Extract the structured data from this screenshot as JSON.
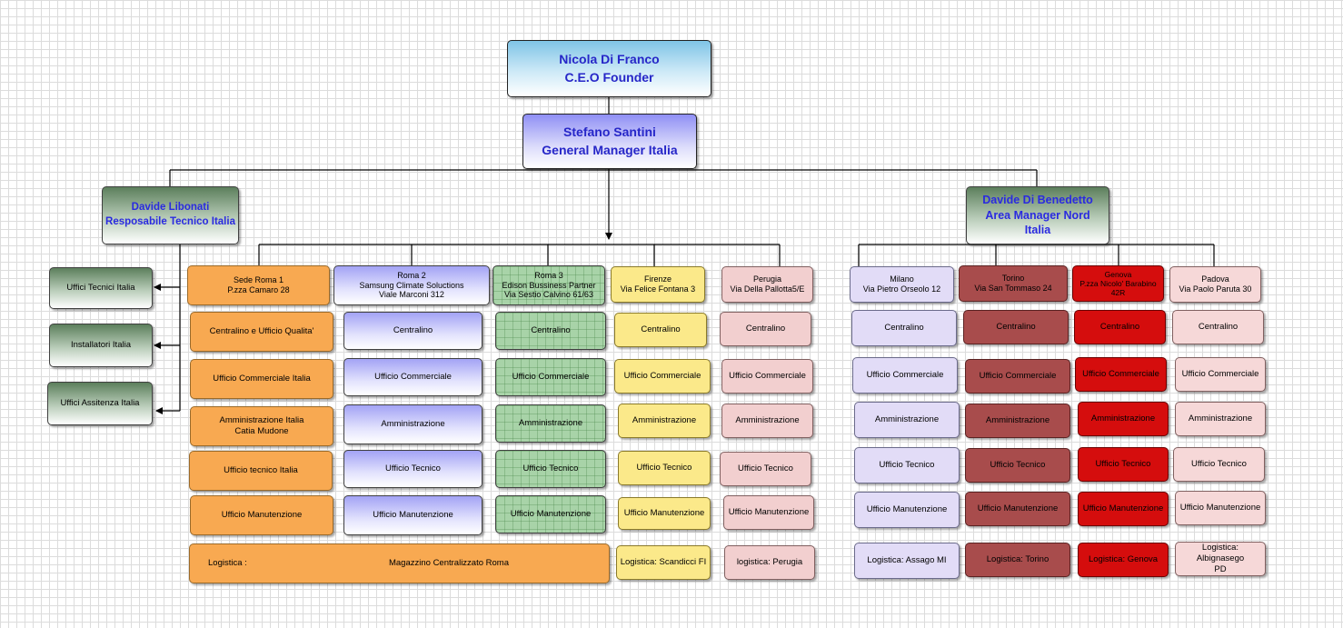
{
  "ceo": {
    "name": "Nicola Di Franco",
    "role": "C.E.O  Founder"
  },
  "gm": {
    "name": "Stefano Santini",
    "role": "General Manager Italia"
  },
  "tech_lead": {
    "name": "Davide Libonati",
    "role": "Resposabile Tecnico Italia"
  },
  "area_manager": {
    "name": "Davide Di Benedetto",
    "role": "Area Manager Nord\nItalia"
  },
  "side_units": [
    "Uffici Tecnici Italia",
    "Installatori Italia",
    "Uffici Assitenza Italia"
  ],
  "south": {
    "roma1": {
      "head": "Sede Roma 1\nP.zza Camaro 28",
      "items": [
        "Centralino e Ufficio Qualita'",
        "Ufficio Commerciale Italia",
        "Amministrazione Italia\nCatia Mudone",
        "Ufficio tecnico Italia",
        "Ufficio Manutenzione"
      ]
    },
    "roma2": {
      "head": "Roma 2\nSamsung Climate Soluctions\nViale Marconi 312",
      "items": [
        "Centralino",
        "Ufficio Commerciale",
        "Amministrazione",
        "Ufficio Tecnico",
        "Ufficio Manutenzione"
      ]
    },
    "roma3": {
      "head": "Roma 3\nEdison Bussiness Partner\nVia Sestio Calvino 61/63",
      "items": [
        "Centralino",
        "Ufficio Commerciale",
        "Amministrazione",
        "Ufficio Tecnico",
        "Ufficio Manutenzione"
      ]
    },
    "firenze": {
      "head": "Firenze\nVia Felice Fontana 3",
      "items": [
        "Centralino",
        "Ufficio Commerciale",
        "Amministrazione",
        "Ufficio Tecnico",
        "Ufficio Manutenzione"
      ],
      "logistics": "Logistica:  Scandicci FI"
    },
    "perugia": {
      "head": "Perugia\nVia Della Pallotta5/E",
      "items": [
        "Centralino",
        "Ufficio Commerciale",
        "Amministrazione",
        "Ufficio Tecnico",
        "Ufficio Manutenzione"
      ],
      "logistics": "logistica: Perugia"
    },
    "roma_logistics": {
      "label": "Logistica :",
      "value": "Magazzino Centralizzato Roma"
    }
  },
  "north": {
    "milano": {
      "head": "Milano\nVia Pietro Orseolo 12",
      "items": [
        "Centralino",
        "Ufficio Commerciale",
        "Amministrazione",
        "Ufficio Tecnico",
        "Ufficio Manutenzione"
      ],
      "logistics": "Logistica:  Assago MI"
    },
    "torino": {
      "head": "Torino\nVia San Tommaso 24",
      "items": [
        "Centralino",
        "Ufficio Commerciale",
        "Amministrazione",
        "Ufficio Tecnico",
        "Ufficio Manutenzione"
      ],
      "logistics": "Logistica: Torino"
    },
    "genova": {
      "head": "Genova\nP.zza Nicolo' Barabino\n42R",
      "items": [
        "Centralino",
        "Ufficio Commerciale",
        "Amministrazione",
        "Ufficio Tecnico",
        "Ufficio Manutenzione"
      ],
      "logistics": "Logistica: Genova"
    },
    "padova": {
      "head": "Padova\nVia Paolo Paruta 30",
      "items": [
        "Centralino",
        "Ufficio Commerciale",
        "Amministrazione",
        "Ufficio Tecnico",
        "Ufficio Manutenzione"
      ],
      "logistics": "Logistica: Albignasego\nPD"
    }
  },
  "colors": {
    "ceo": "#7fc4e6",
    "gm": "#8f8ff5",
    "green_header": "#5c7f5c",
    "roma1": "#f8a951",
    "roma2": "#a3a3f5",
    "roma3": "#a8d3a8",
    "firenze": "#fbe98a",
    "perugia": "#f2cfcf",
    "milano": "#e2dcf7",
    "torino": "#a84c4c",
    "genova": "#d50d0d",
    "padova": "#f6d8d8",
    "title_text": "#2626c8"
  }
}
